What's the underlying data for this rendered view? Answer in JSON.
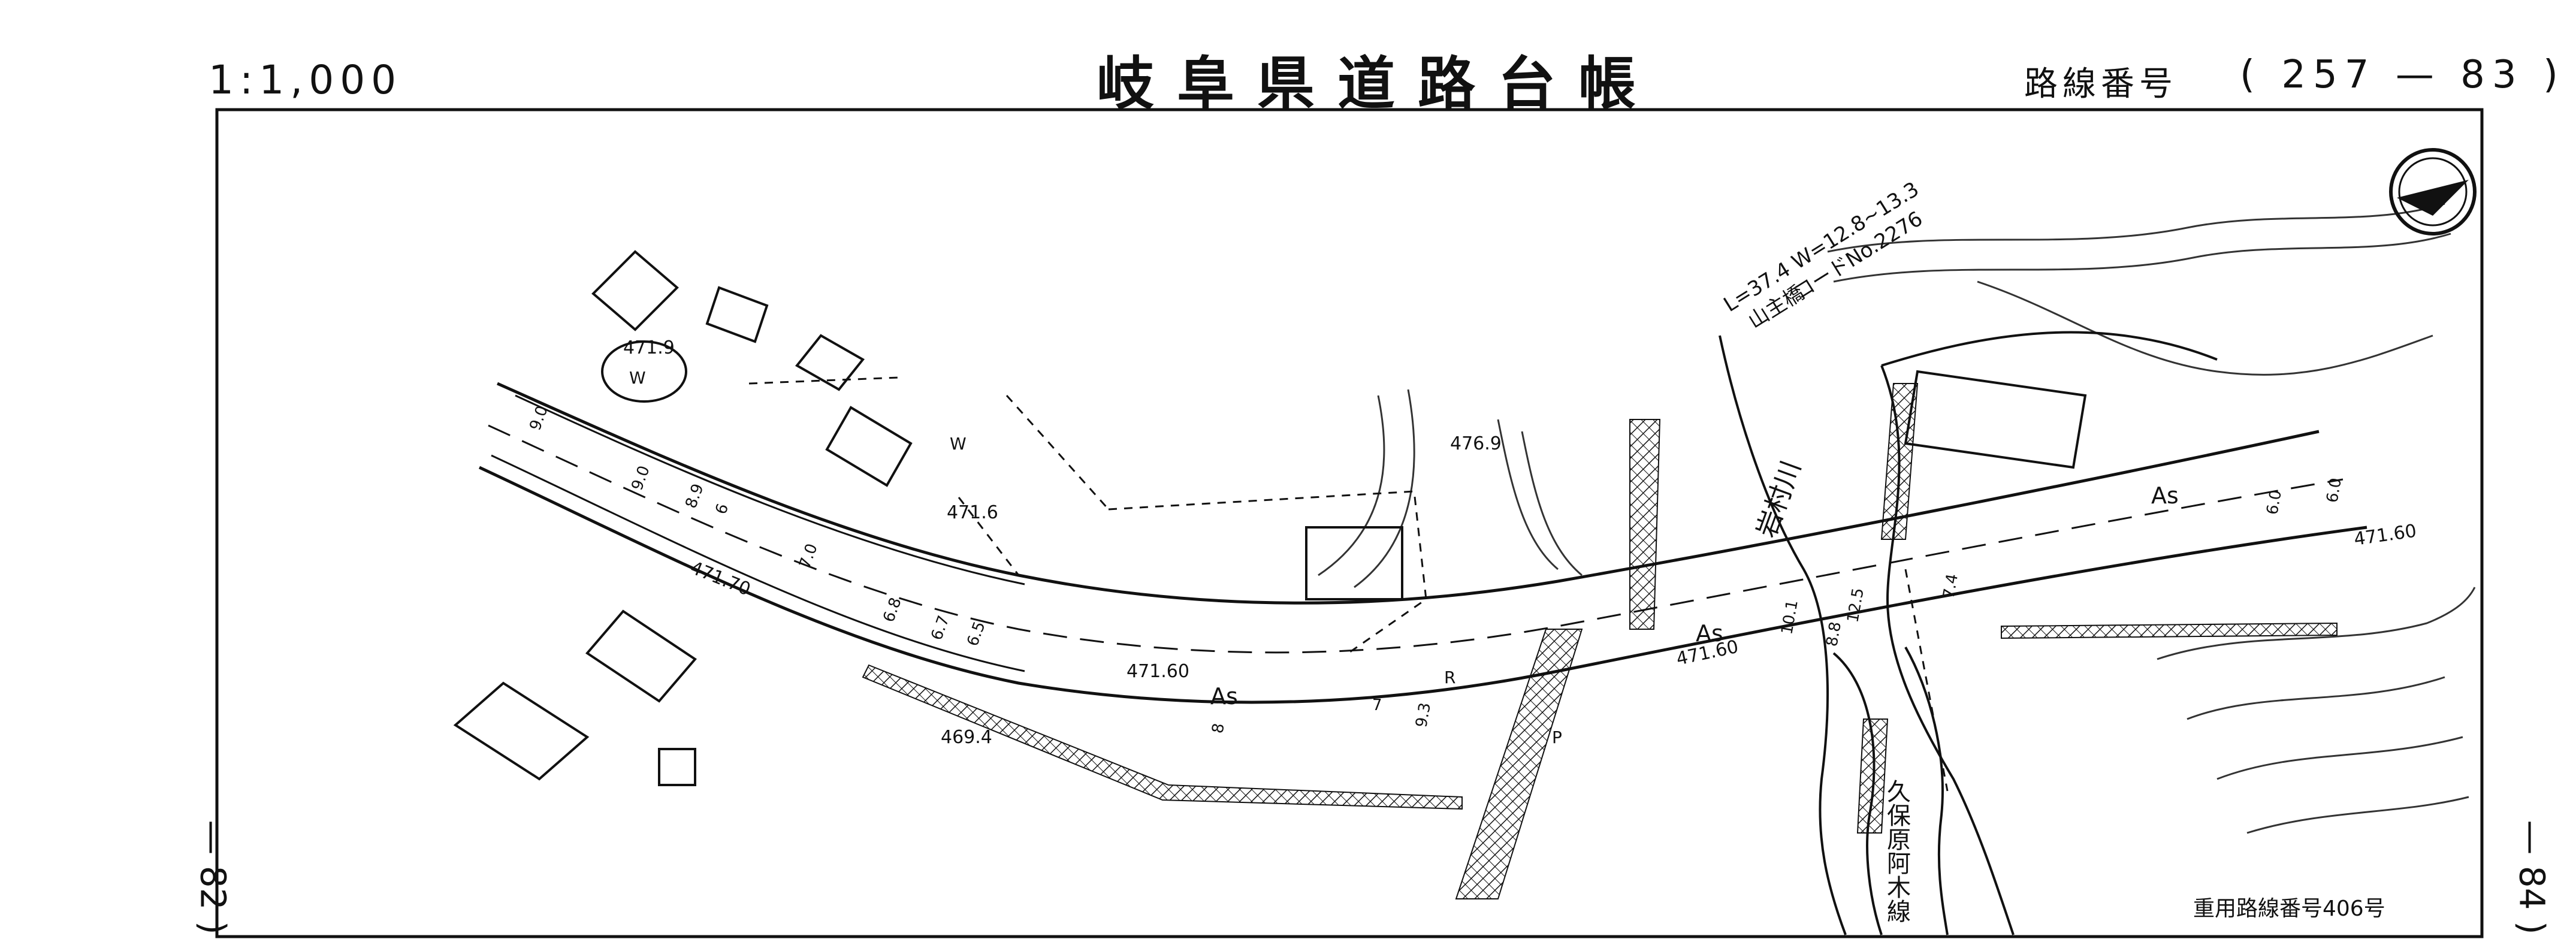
{
  "header": {
    "scale": "1:1,000",
    "title": "岐阜県道路台帳",
    "route_label": "路線番号",
    "route_number": "( 257 — 83 )"
  },
  "footer": {
    "emergency_route": "重用路線番号406号"
  },
  "page_refs": {
    "left": "— 82 )",
    "right": "— 84 )"
  },
  "map": {
    "colors": {
      "ink": "#111111",
      "paper": "#ffffff"
    },
    "road_surface": "As",
    "elevations": [
      "471.9",
      "471.6",
      "471.70",
      "471.60",
      "476.9",
      "469.4"
    ],
    "bridge_note": "L=37.4  W=12.8~13.3",
    "bridge_name": "山主橋",
    "bridge_code": "コードNo.2276",
    "river_name": "岩村川",
    "crossing_road": "久保原阿木線",
    "widths": [
      "9.0",
      "9.0",
      "8.9",
      "6",
      "7.0",
      "6.8",
      "6.7",
      "6.5",
      "7",
      "9.3",
      "8",
      "10.1",
      "12.5",
      "7.4",
      "6.0",
      "6.0",
      "8.8"
    ],
    "markers": [
      "W",
      "W",
      "R",
      "P"
    ],
    "north_icon": "north-arrow-icon"
  }
}
